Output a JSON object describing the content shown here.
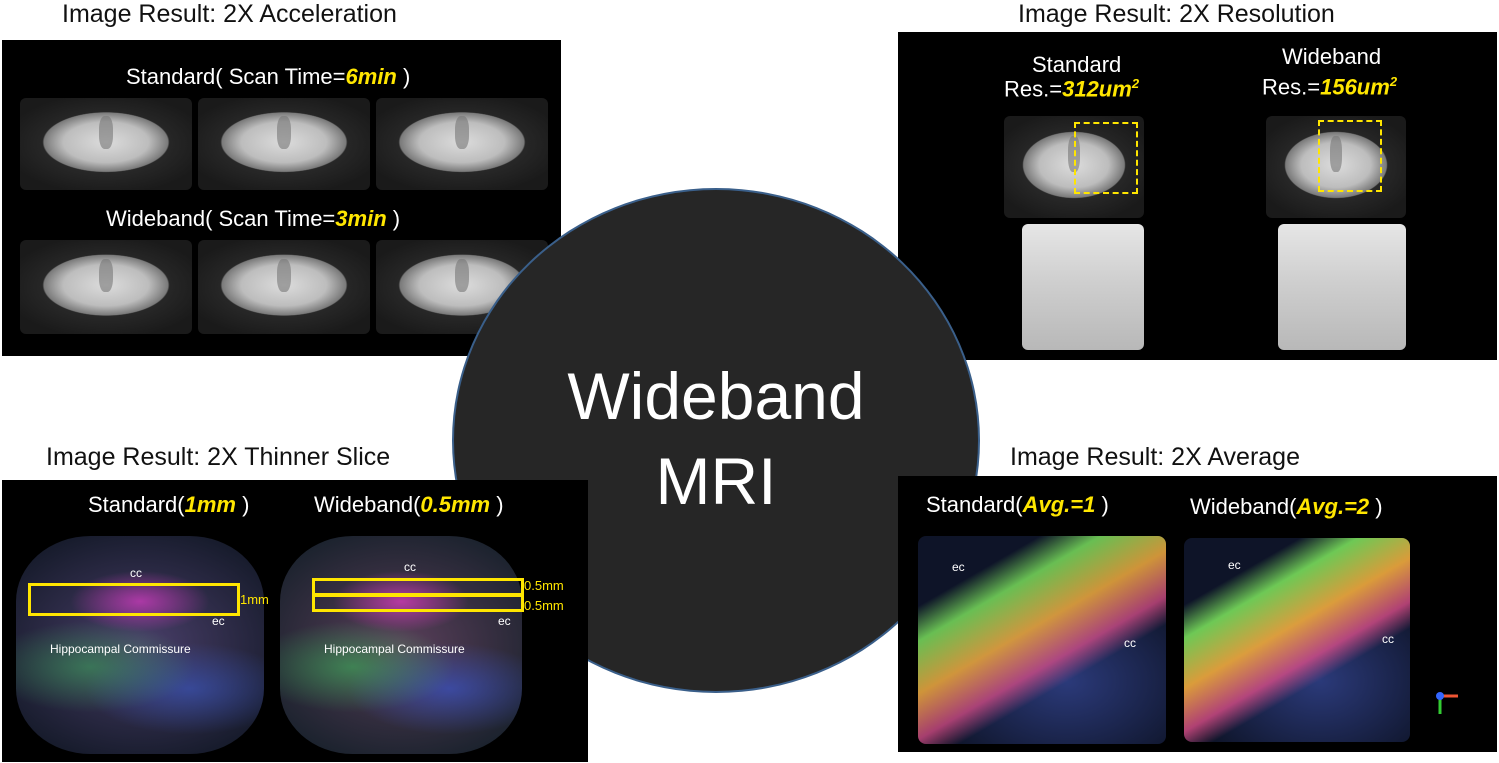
{
  "center": {
    "line1": "Wideband",
    "line2": "MRI"
  },
  "panels": {
    "acceleration": {
      "title": "Image Result: 2X Acceleration",
      "standard_prefix": "Standard( Scan Time=",
      "standard_value": "6min",
      "standard_suffix": " )",
      "wideband_prefix": "Wideband( Scan Time=",
      "wideband_value": "3min",
      "wideband_suffix": " )"
    },
    "resolution": {
      "title": "Image Result: 2X Resolution",
      "standard_label": "Standard",
      "standard_res_prefix": "Res.=",
      "standard_res_value": "312um",
      "wideband_label": "Wideband",
      "wideband_res_prefix": "Res.=",
      "wideband_res_value": "156um",
      "superscript": "2"
    },
    "thinner": {
      "title": "Image Result: 2X Thinner Slice",
      "standard_prefix": "Standard(",
      "standard_value": "1mm",
      "standard_suffix": " )",
      "wideband_prefix": "Wideband(",
      "wideband_value": "0.5mm",
      "wideband_suffix": " )",
      "cc": "cc",
      "ec": "ec",
      "commissure": "Hippocampal Commissure",
      "thickness_1": "1mm",
      "thickness_2a": "0.5mm",
      "thickness_2b": "0.5mm"
    },
    "average": {
      "title": "Image Result: 2X Average",
      "standard_prefix": "Standard(",
      "standard_value": "Avg.=1",
      "standard_suffix": " )",
      "wideband_prefix": "Wideband(",
      "wideband_value": "Avg.=2",
      "wideband_suffix": " )",
      "ec": "ec",
      "cc": "cc"
    }
  },
  "colors": {
    "highlight": "#ffe600",
    "center_circle": "#262626",
    "panel_bg": "#000000"
  }
}
